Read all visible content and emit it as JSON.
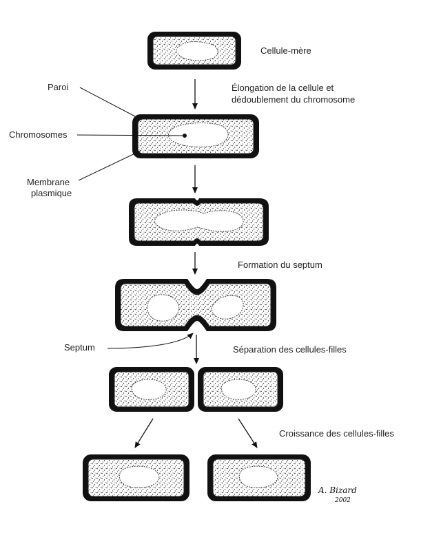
{
  "stages": {
    "mother_cell": "Cellule-mère",
    "elongation_line1": "Élongation de la cellule et",
    "elongation_line2": "dédoublement du chromosome",
    "septum_formation": "Formation du septum",
    "daughter_separation": "Séparation des cellules-filles",
    "daughter_growth": "Croissance des cellules-filles"
  },
  "parts": {
    "wall": "Paroi",
    "chromosomes": "Chromosomes",
    "membrane_line1": "Membrane",
    "membrane_line2": "plasmique",
    "septum": "Septum"
  },
  "signature": {
    "name": "A. Bizard",
    "year": "2002"
  }
}
